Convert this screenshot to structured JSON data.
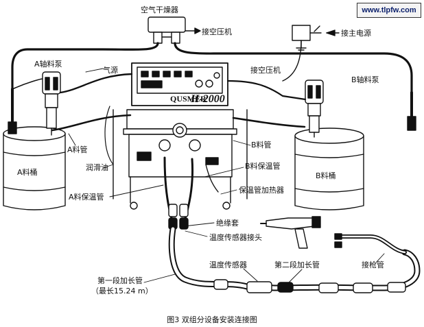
{
  "watermark": "www.tlpfw.com",
  "caption": "图3   双组分设备安装连接图",
  "machine": {
    "brand": "QUSMER",
    "model": "H-2000"
  },
  "labels": {
    "air_dryer": "空气干燥器",
    "to_air_compressor_top": "接空压机",
    "to_main_power": "接主电源",
    "a_pump": "A轴料泵",
    "air_source": "气源",
    "to_air_compressor_mid": "接空压机",
    "b_pump": "B轴料泵",
    "a_hose": "A料管",
    "b_hose": "B料管",
    "lubricant": "润滑油",
    "a_drum": "A料桶",
    "b_drum": "B料桶",
    "b_heated_hose": "B料保温管",
    "a_heated_hose": "A料保温管",
    "hose_heater": "保温管加热器",
    "insulation_sleeve": "绝缘套",
    "temp_sensor_connector": "温度传感器接头",
    "temp_sensor": "温度传感器",
    "second_extension": "第二段加长管",
    "gun_hose": "接枪管",
    "first_extension": "第一段加长管",
    "first_extension_note": "（最长15.24 m）"
  }
}
